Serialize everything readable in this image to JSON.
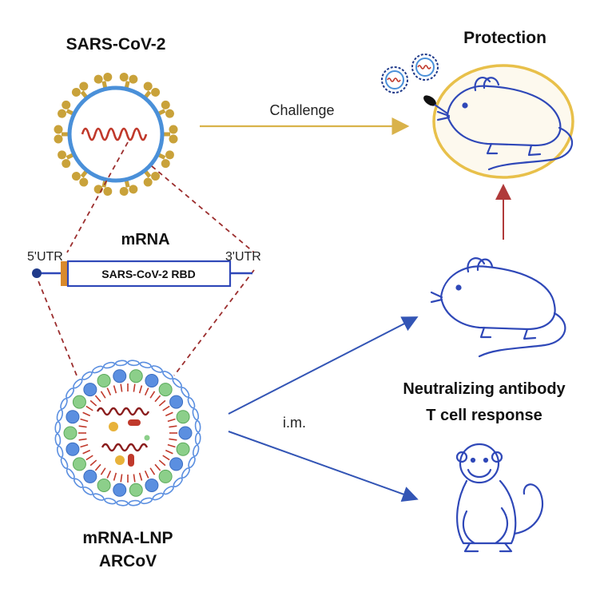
{
  "labels": {
    "virus_title": "SARS-CoV-2",
    "challenge": "Challenge",
    "protection": "Protection",
    "mrna_title": "mRNA",
    "utr5": "5'UTR",
    "utr3": "3'UTR",
    "rbd": "SARS-CoV-2 RBD",
    "route": "i.m.",
    "response_line1": "Neutralizing antibody",
    "response_line2": "T cell response",
    "lnp_line1": "mRNA-LNP",
    "lnp_line2": "ARCoV"
  },
  "colors": {
    "virus_envelope": "#4a90d9",
    "spike": "#c9a23a",
    "rna": "#c0392b",
    "dashed_connector": "#9b2d2d",
    "challenge_arrow": "#d9b24a",
    "protection_ring": "#e8c04a",
    "animal_line": "#2f48b8",
    "blue_arrow": "#3355b5",
    "red_arrow": "#b03a3a",
    "lipid_blue": "#5b8fe0",
    "lipid_green": "#8ccf8a",
    "cap": "#1f3a8a",
    "utr_bar": "#d98a2b"
  },
  "icons": [
    "sars-cov-2-virion-icon",
    "mrna-construct-icon",
    "lipid-nanoparticle-icon",
    "mouse-icon",
    "monkey-icon",
    "syringe-icon",
    "virus-particle-icon"
  ]
}
